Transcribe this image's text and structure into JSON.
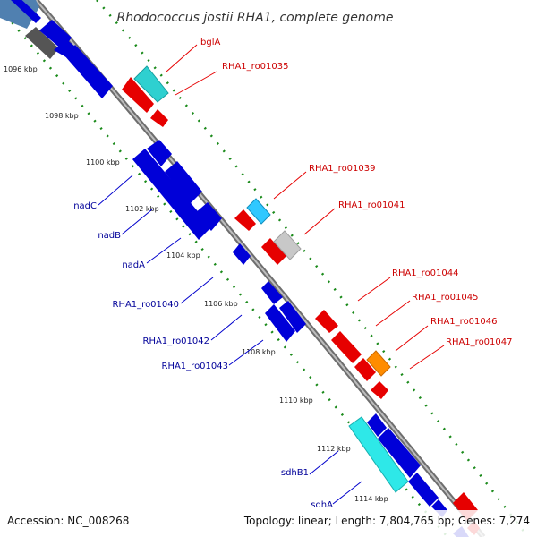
{
  "title": "Rhodococcus jostii RHA1, complete genome",
  "footer": {
    "accession": "Accession: NC_008268",
    "summary": "Topology: linear; Length: 7,804,765 bp; Genes: 7,274"
  },
  "colors": {
    "backbone": "#8c8c8c",
    "tick_track": "#1a8a1a",
    "forward_gene": "#e60000",
    "reverse_gene": "#0000e0",
    "forward_label": "#cc0000",
    "reverse_label": "#000099"
  },
  "kbp_ticks": [
    "1096 kbp",
    "1098 kbp",
    "1100 kbp",
    "1102 kbp",
    "1104 kbp",
    "1106 kbp",
    "1108 kbp",
    "1110 kbp",
    "1112 kbp",
    "1114 kbp"
  ],
  "forward_labels": [
    "bglA",
    "RHA1_ro01035",
    "RHA1_ro01039",
    "RHA1_ro01041",
    "RHA1_ro01044",
    "RHA1_ro01045",
    "RHA1_ro01046",
    "RHA1_ro01047"
  ],
  "reverse_labels": [
    "nadC",
    "nadB",
    "nadA",
    "RHA1_ro01040",
    "RHA1_ro01042",
    "RHA1_ro01043",
    "sdhB1",
    "sdhA"
  ]
}
